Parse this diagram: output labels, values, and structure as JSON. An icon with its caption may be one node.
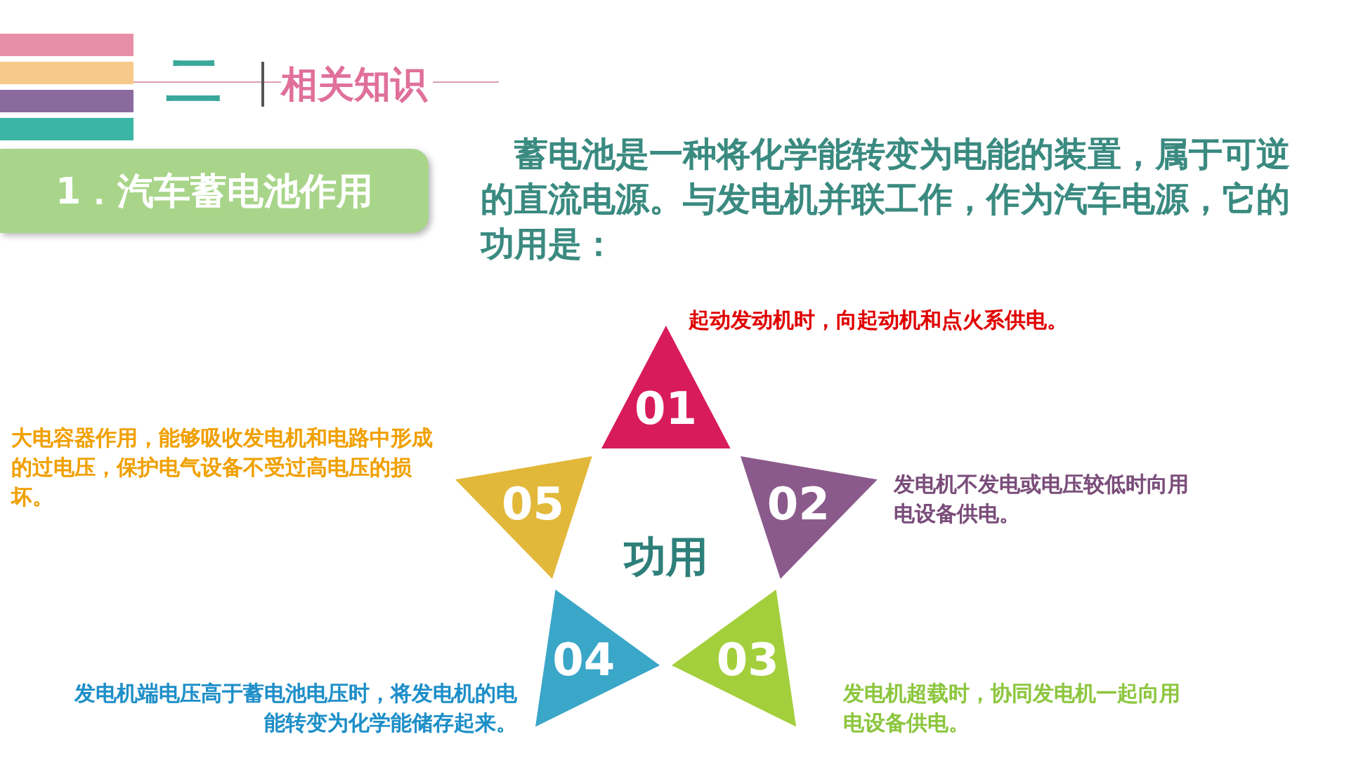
{
  "diagram": {
    "title": "相关知识",
    "nodes": [
      {
        "text": [
          "1．汽车蓄电池作用"
        ]
      },
      {
        "text": [
          "01"
        ],
        "beside": [
          "起动发动机时，向起动机和点火系供电。"
        ]
      },
      {
        "text": [
          "02"
        ],
        "beside": [
          "发电机不发电或电压较低时向用电设备供电。"
        ]
      },
      {
        "text": [
          "03"
        ],
        "beside": [
          "发电机超载时，协同发电机一起向用电设备供电。"
        ]
      },
      {
        "text": [
          "04"
        ],
        "beside": [
          "发电机端电压高于蓄电池电压时，将发电机的电能转变为化学能储存起来。"
        ]
      },
      {
        "text": [
          "05"
        ],
        "beside": [
          "大电容器作用，能够吸收发电机和电路中形成的过电压，保护电气设备不受过高电压的损坏。"
        ]
      },
      {
        "text": [
          "功用"
        ]
      }
    ],
    "edges": [],
    "labels": [
      "二",
      "蓄电池是一种将化学能转变为电能的装置，属于可逆的直流电源。与发电机并联工作，作为汽车电源，它的功用是："
    ]
  }
}
